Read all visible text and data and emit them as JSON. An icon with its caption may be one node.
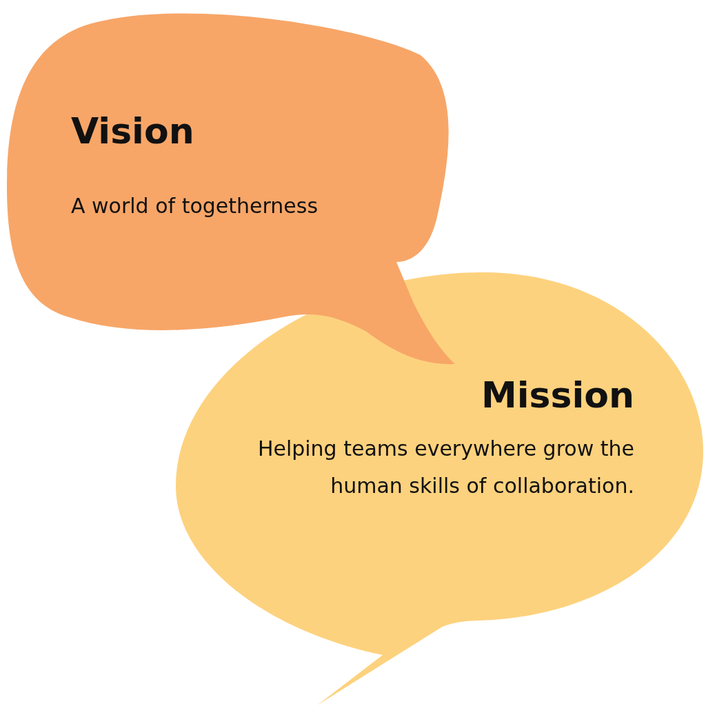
{
  "diagram": {
    "nodes": [
      {
        "text": [
          "Vision",
          "A world of togetherness"
        ]
      },
      {
        "text": [
          "Mission",
          "Helping teams everywhere grow the human skills of collaboration."
        ]
      }
    ]
  }
}
